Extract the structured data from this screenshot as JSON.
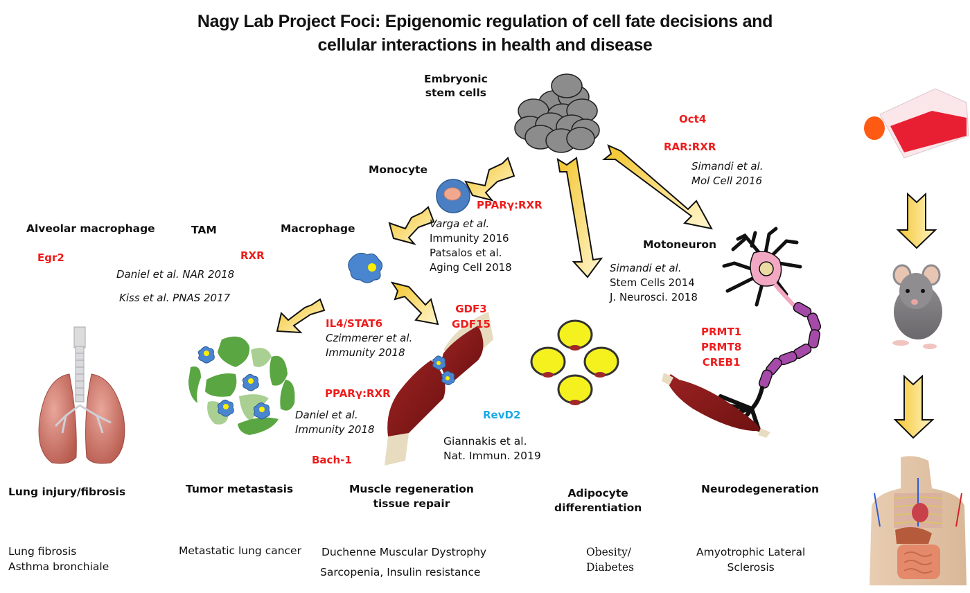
{
  "title": {
    "line1": "Nagy Lab Project Foci: Epigenomic regulation of cell fate decisions and",
    "line2": "cellular interactions  in health and disease"
  },
  "cell_types": {
    "embryonic_stem_cells": [
      "Embryonic",
      "stem cells"
    ],
    "monocyte": "Monocyte",
    "macrophage": "Macrophage",
    "alveolar_macrophage": "Alveolar macrophage",
    "tam": "TAM",
    "motoneuron": "Motoneuron"
  },
  "factors": {
    "oct4": "Oct4",
    "rar_rxr": "RAR:RXR",
    "ppar_rxr_monocyte": "PPARγ:RXR",
    "egr2": "Egr2",
    "rxr": "RXR",
    "il4_stat6": "IL4/STAT6",
    "gdf": [
      "GDF3",
      "GDF15"
    ],
    "ppar_rxr_tumor": "PPARγ:RXR",
    "bach1": "Bach-1",
    "revd2": "RevD2",
    "prmt_creb": [
      "PRMT1",
      "PRMT8",
      "CREB1"
    ]
  },
  "references": {
    "simandi_2016": [
      "Simandi et al.",
      "Mol Cell 2016"
    ],
    "varga_patsalos": [
      "Varga et al.",
      "Immunity 2016",
      "Patsalos et al.",
      "Aging Cell 2018"
    ],
    "daniel_nar": "Daniel et al. NAR 2018",
    "kiss_pnas": "Kiss et al. PNAS 2017",
    "simandi_2014": [
      "Simandi et al.",
      "Stem Cells 2014",
      "J. Neurosci. 2018"
    ],
    "czimmerer": [
      "Czimmerer et al.",
      "Immunity 2018"
    ],
    "daniel_immunity": [
      "Daniel et al.",
      "Immunity 2018"
    ],
    "giannakis": [
      "Giannakis et al.",
      "Nat. Immun. 2019"
    ]
  },
  "processes": {
    "lung": "Lung injury/fibrosis",
    "tumor": "Tumor metastasis",
    "muscle": [
      "Muscle regeneration",
      "tissue repair"
    ],
    "adipocyte": [
      "Adipocyte",
      "differentiation"
    ],
    "neuro": "Neurodegeneration"
  },
  "diseases": {
    "lung": [
      "Lung fibrosis",
      "Asthma bronchiale"
    ],
    "tumor": "Metastatic lung cancer",
    "muscle": [
      "Duchenne Muscular Dystrophy",
      "Sarcopenia, Insulin resistance"
    ],
    "adipocyte": [
      "Obesity/",
      "Diabetes"
    ],
    "neuro": [
      "Amyotrophic Lateral",
      "Sclerosis"
    ]
  },
  "colors": {
    "factor_red": "#ee1c1c",
    "factor_blue": "#1ba8e8",
    "arrow_yellow": "#f7d44c",
    "cell_blue": "#4a86c8",
    "tumor_green": "#5aa642",
    "muscle_red": "#8b1a1a"
  }
}
